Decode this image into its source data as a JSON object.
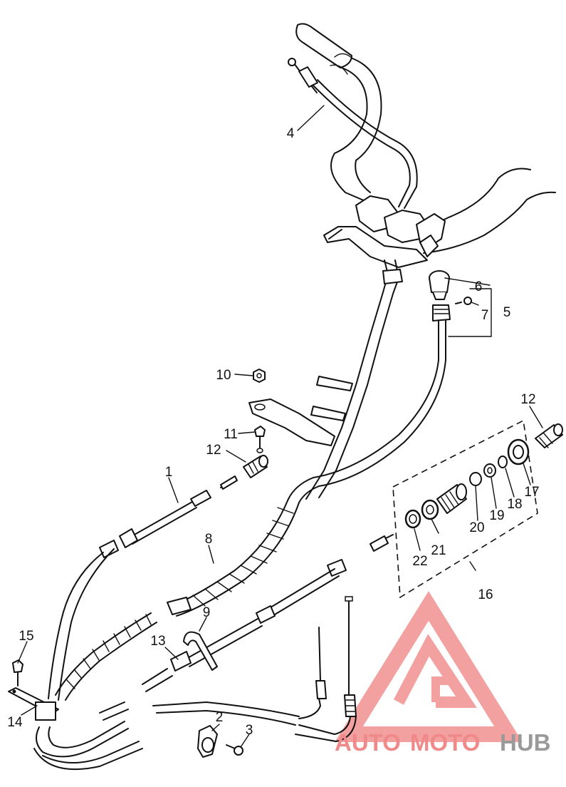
{
  "callouts": {
    "c1": "1",
    "c2": "2",
    "c3": "3",
    "c4": "4",
    "c5": "5",
    "c6": "6",
    "c7": "7",
    "c8": "8",
    "c9": "9",
    "c10": "10",
    "c11": "11",
    "c12a": "12",
    "c12b": "12",
    "c13": "13",
    "c14": "14",
    "c15": "15",
    "c16": "16",
    "c17": "17",
    "c18": "18",
    "c19": "19",
    "c20": "20",
    "c21": "21",
    "c22": "22"
  },
  "watermark": {
    "part1": "AUTO",
    "part2": "MOTO",
    "part3": "HUB",
    "color_primary": "#f08a8a",
    "color_secondary": "#9a9a9a"
  }
}
